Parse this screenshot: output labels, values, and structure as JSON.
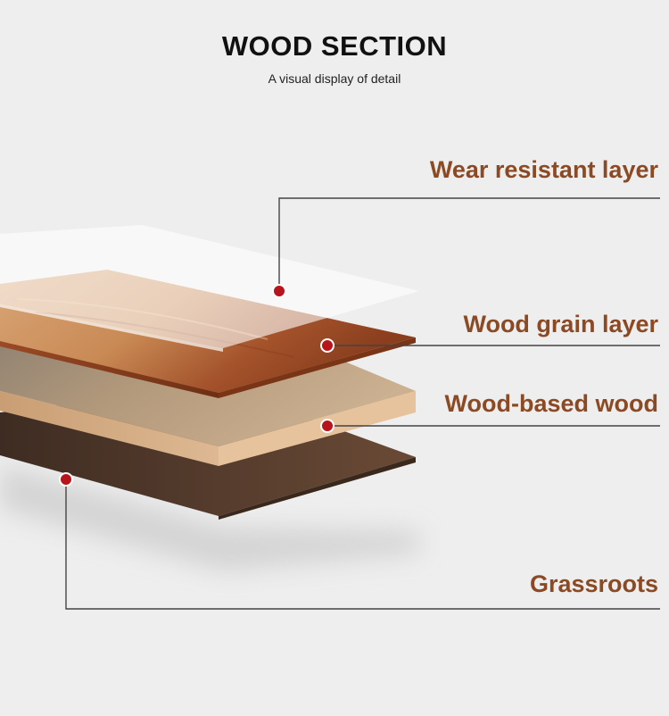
{
  "header": {
    "title": "WOOD SECTION",
    "subtitle": "A visual display of detail"
  },
  "layers": [
    {
      "label": "Wear resistant layer",
      "color": "#f7f7f7"
    },
    {
      "label": "Wood grain layer",
      "color": "#a8582c"
    },
    {
      "label": "Wood-based wood",
      "color": "#c4a37f"
    },
    {
      "label": "Grassroots",
      "color": "#5e4230"
    }
  ],
  "colors": {
    "label_text": "#8c4a24",
    "marker": "#b8141c",
    "leader_line": "#444444",
    "background": "#eeeeee"
  }
}
